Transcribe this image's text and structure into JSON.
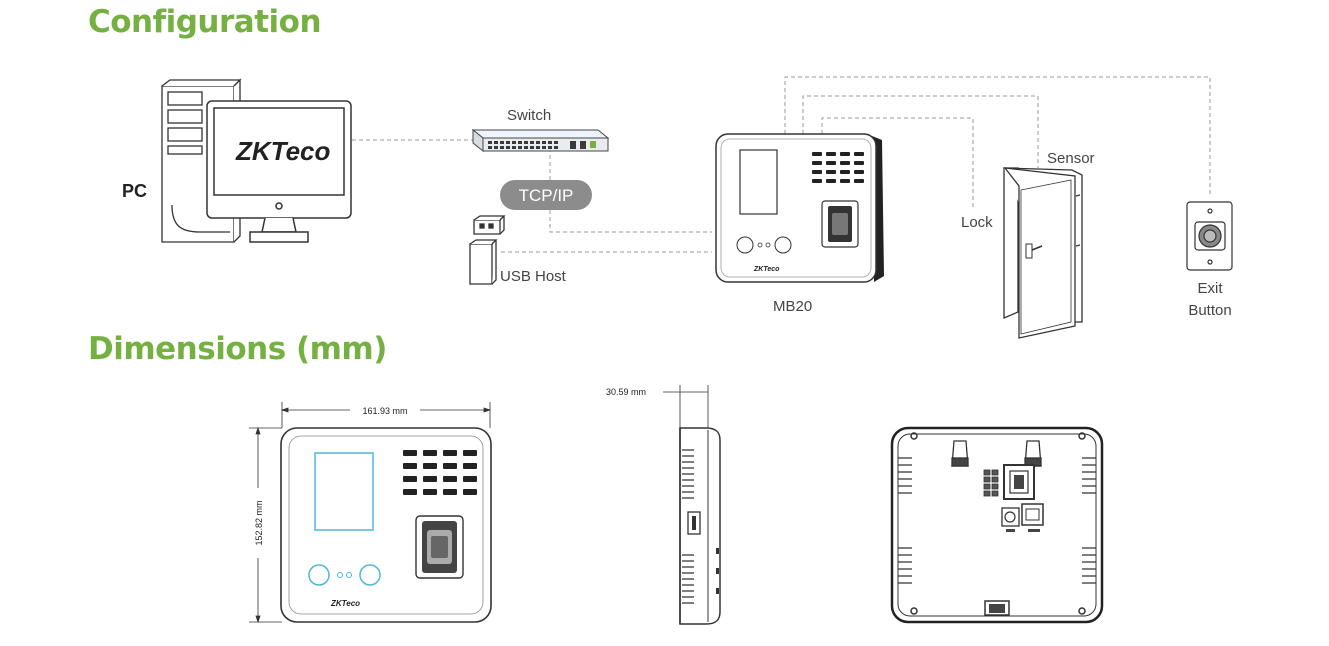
{
  "headings": {
    "configuration": "Configuration",
    "dimensions": "Dimensions (mm)"
  },
  "configuration": {
    "pc_label": "PC",
    "brand_logo": "ZKTeco",
    "switch_label": "Switch",
    "tcpip_label": "TCP/IP",
    "usb_label": "USB Host",
    "device_label": "MB20",
    "lock_label": "Lock",
    "sensor_label": "Sensor",
    "exit_label_line1": "Exit",
    "exit_label_line2": "Button"
  },
  "dimensions": {
    "width": "161.93 mm",
    "height": "152.82 mm",
    "depth": "30.59 mm"
  },
  "colors": {
    "accent_green": "#76b043",
    "line_dark": "#333333",
    "dash_gray": "#9a9a9a",
    "badge_gray": "#8c8c8c",
    "screen_blue": "#9fd7ea"
  },
  "icons": [
    "pc-tower-icon",
    "monitor-icon",
    "switch-icon",
    "usb-drive-icon",
    "mb20-device-icon",
    "door-icon",
    "exit-button-icon"
  ]
}
